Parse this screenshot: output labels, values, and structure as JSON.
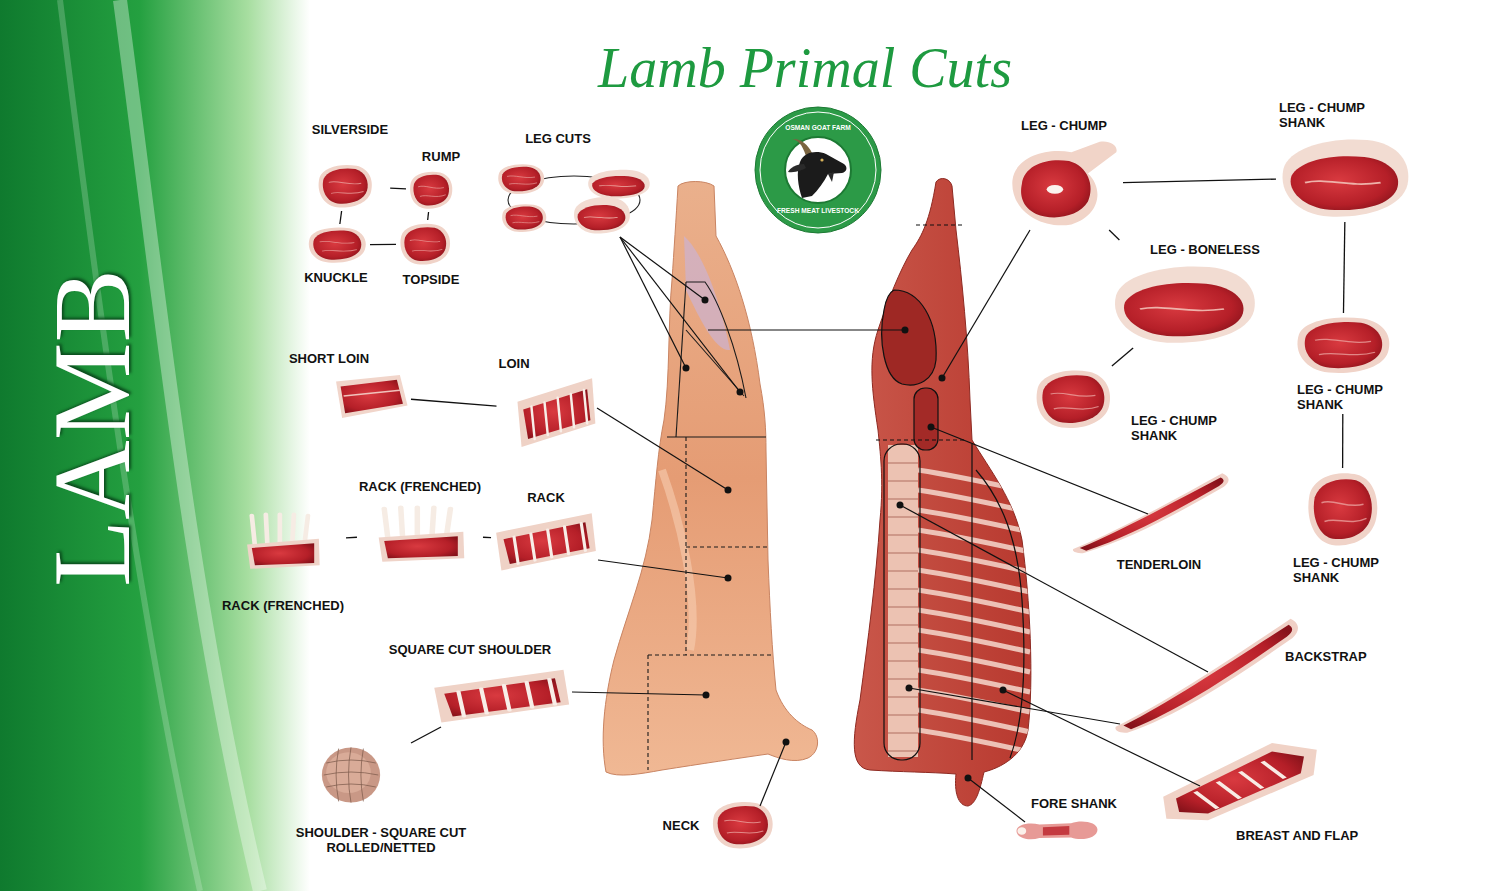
{
  "diagram": {
    "title": "Lamb Primal Cuts",
    "nodes": [
      {
        "text": [
          "SILVERSIDE"
        ]
      },
      {
        "text": [
          "RUMP"
        ]
      },
      {
        "text": [
          "KNUCKLE"
        ]
      },
      {
        "text": [
          "TOPSIDE"
        ]
      },
      {
        "text": [
          "LEG CUTS"
        ]
      },
      {
        "text": [
          "OSMAN GOAT FARM",
          "FRESH MEAT LIVESTOCK"
        ]
      },
      {
        "text": [
          "SHORT LOIN"
        ]
      },
      {
        "text": [
          "LOIN"
        ]
      },
      {
        "text": [
          "RACK (FRENCHED)"
        ]
      },
      {
        "text": [
          "RACK"
        ]
      },
      {
        "text": [
          "RACK (FRENCHED)"
        ]
      },
      {
        "text": [
          "SQUARE CUT SHOULDER"
        ]
      },
      {
        "text": [
          "SHOULDER - SQUARE CUT ROLLED/NETTED"
        ]
      },
      {
        "text": [
          "NECK"
        ]
      },
      {
        "text": [
          "LEG - CHUMP"
        ]
      },
      {
        "text": [
          "LEG - CHUMP SHANK"
        ]
      },
      {
        "text": [
          "LEG - BONELESS"
        ]
      },
      {
        "text": [
          "LEG - CHUMP SHANK"
        ]
      },
      {
        "text": [
          "LEG - CHUMP SHANK"
        ]
      },
      {
        "text": [
          "TENDERLOIN"
        ]
      },
      {
        "text": [
          "LEG - CHUMP SHANK"
        ]
      },
      {
        "text": [
          "BACKSTRAP"
        ]
      },
      {
        "text": [
          "FORE SHANK"
        ]
      },
      {
        "text": [
          "BREAST AND FLAP"
        ]
      }
    ],
    "edges": [
      {
        "from": 0,
        "to": 1,
        "arrow": "none"
      },
      {
        "from": 1,
        "to": 3,
        "arrow": "none"
      },
      {
        "from": 3,
        "to": 2,
        "arrow": "none"
      },
      {
        "from": 2,
        "to": 0,
        "arrow": "none"
      },
      {
        "from": 6,
        "to": 7,
        "arrow": "none"
      },
      {
        "from": 10,
        "to": 8,
        "arrow": "none"
      },
      {
        "from": 8,
        "to": 9,
        "arrow": "none"
      },
      {
        "from": 11,
        "to": 12,
        "arrow": "none"
      },
      {
        "from": 14,
        "to": 15,
        "arrow": "none"
      },
      {
        "from": 14,
        "to": 16,
        "arrow": "none"
      },
      {
        "from": 16,
        "to": 18,
        "arrow": "none"
      },
      {
        "from": 15,
        "to": 17,
        "arrow": "none"
      },
      {
        "from": 17,
        "to": 20,
        "arrow": "none"
      }
    ],
    "labels": [
      "LAMB"
    ]
  }
}
